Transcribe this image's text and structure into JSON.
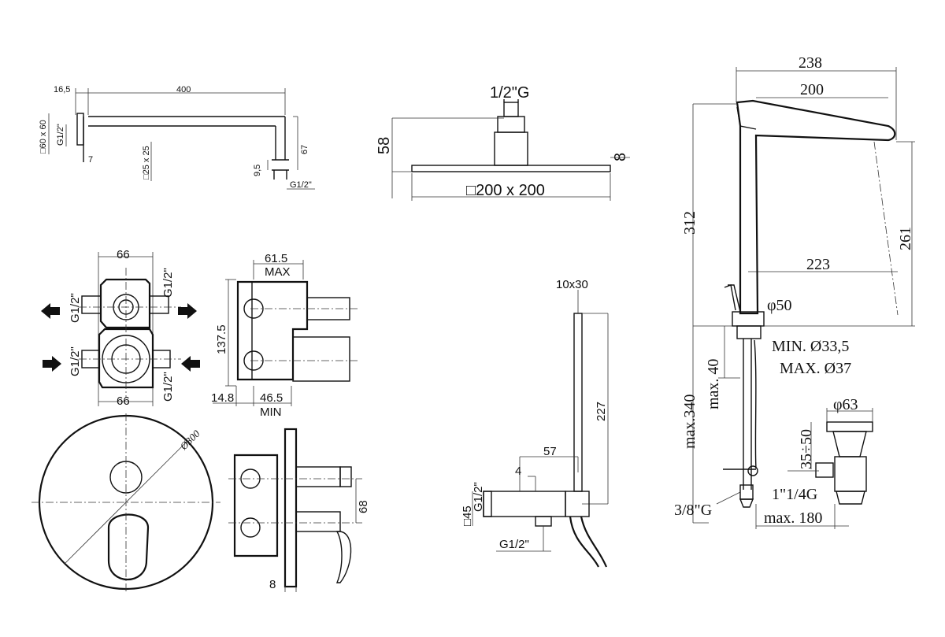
{
  "shower_arm": {
    "dim_16_5": "16,5",
    "dim_400": "400",
    "dim_60x60": "□60 x 60",
    "thread_left": "G1/2\"",
    "dim_7": "7",
    "dim_25x25": "□25 x 25",
    "dim_9_5": "9,5",
    "dim_67": "67",
    "thread_right": "G1/2\""
  },
  "shower_head": {
    "thread": "1/2\"G",
    "dim_58": "58",
    "dim_8": "8",
    "size": "□200 x 200"
  },
  "valve_body": {
    "dim_66_top": "66",
    "dim_66_bottom": "66",
    "thread_tl": "G1/2\"",
    "thread_tr": "G1/2\"",
    "thread_bl": "G1/2\"",
    "thread_br": "G1/2\""
  },
  "valve_side": {
    "dim_61_5": "61.5",
    "max_label": "MAX",
    "dim_137_5": "137.5",
    "dim_14_8": "14.8",
    "dim_46_5": "46.5",
    "min_label": "MIN"
  },
  "faceplate": {
    "diameter": "Ø300"
  },
  "mixer_side": {
    "dim_68": "68",
    "dim_8": "8"
  },
  "hand_shower": {
    "dim_10x30": "10x30",
    "dim_227": "227",
    "dim_57": "57",
    "dim_4": "4",
    "dim_45": "□45",
    "thread_top": "G1/2\"",
    "thread_bottom": "G1/2\""
  },
  "basin_mixer": {
    "dim_238": "238",
    "dim_200": "200",
    "dim_312": "312",
    "dim_261": "261",
    "dim_223": "223",
    "dim_phi50": "φ50",
    "max_40": "max. 40",
    "min_hole": "MIN. Ø33,5",
    "max_hole": "MAX. Ø37",
    "max_340": "max.340",
    "dim_phi63": "φ63",
    "dim_35_50": "35÷50",
    "thread_1_1_4": "1\"1/4G",
    "thread_3_8": "3/8\"G",
    "max_180": "max. 180"
  }
}
